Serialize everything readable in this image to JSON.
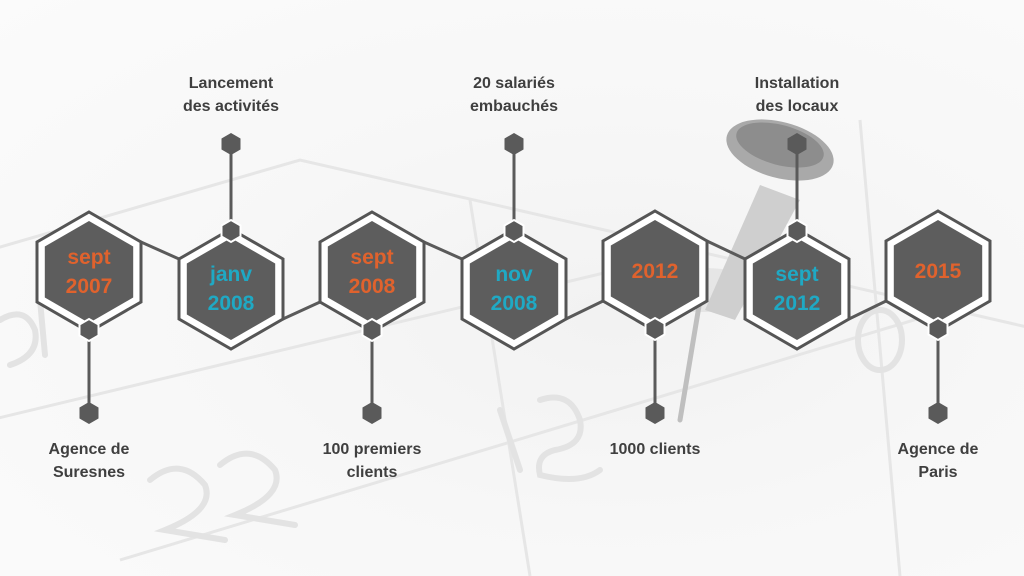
{
  "colors": {
    "orange": "#e0622d",
    "teal": "#1fa9c4",
    "hex_fill": "#5d5d5d",
    "hex_stroke": "#555555",
    "connector": "#5a5a5a",
    "caption": "#3f3f3f"
  },
  "milestones": [
    {
      "date_lines": [
        "sept",
        "2007"
      ],
      "color": "orange",
      "caption_lines": [
        "Agence de",
        "Suresnes"
      ],
      "caption_position": "below"
    },
    {
      "date_lines": [
        "janv",
        "2008"
      ],
      "color": "teal",
      "caption_lines": [
        "Lancement",
        "des activités"
      ],
      "caption_position": "above"
    },
    {
      "date_lines": [
        "sept",
        "2008"
      ],
      "color": "orange",
      "caption_lines": [
        "100 premiers",
        "clients"
      ],
      "caption_position": "below"
    },
    {
      "date_lines": [
        "nov",
        "2008"
      ],
      "color": "teal",
      "caption_lines": [
        "20 salariés",
        "embauchés"
      ],
      "caption_position": "above"
    },
    {
      "date_lines": [
        "2012"
      ],
      "color": "orange",
      "caption_lines": [
        "1000 clients"
      ],
      "caption_position": "below"
    },
    {
      "date_lines": [
        "sept",
        "2012"
      ],
      "color": "teal",
      "caption_lines": [
        "Installation",
        "des locaux"
      ],
      "caption_position": "above"
    },
    {
      "date_lines": [
        "2015"
      ],
      "color": "orange",
      "caption_lines": [
        "Agence de",
        "Paris"
      ],
      "caption_position": "below"
    }
  ]
}
